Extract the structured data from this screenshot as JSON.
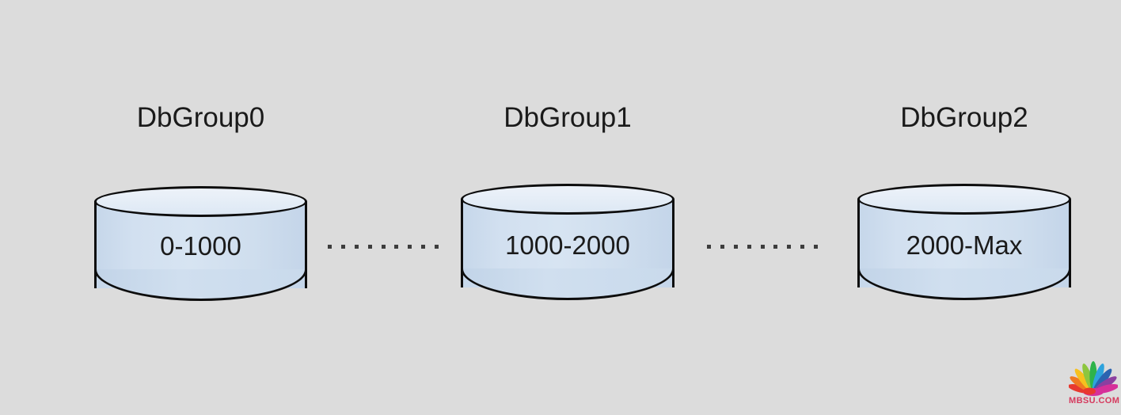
{
  "diagram": {
    "type": "database-sharding-range-partition",
    "background_color": "#dcdcdc",
    "groups": [
      {
        "title": "DbGroup0",
        "range_label": "0-1000",
        "fill_color": "#cfdeee",
        "top_color": "#e6eef7",
        "stroke_color": "#0d0d0d"
      },
      {
        "title": "DbGroup1",
        "range_label": "1000-2000",
        "fill_color": "#cfdeee",
        "top_color": "#e6eef7",
        "stroke_color": "#0d0d0d"
      },
      {
        "title": "DbGroup2",
        "range_label": "2000-Max",
        "fill_color": "#cfdeee",
        "top_color": "#e6eef7",
        "stroke_color": "#0d0d0d"
      }
    ],
    "connectors": [
      {
        "dot_count": 9,
        "dot_color": "#3d3d3d"
      },
      {
        "dot_count": 9,
        "dot_color": "#3d3d3d"
      }
    ]
  },
  "watermark": {
    "text": "MBSU.COM",
    "text_color": "#d53a5e",
    "icon": "peacock-logo",
    "feather_colors": [
      "#e8392f",
      "#f07a21",
      "#f7c11e",
      "#8dc63f",
      "#2eb34a",
      "#2ea3dd",
      "#2b63b0",
      "#8c3fa0",
      "#d6309a"
    ]
  }
}
